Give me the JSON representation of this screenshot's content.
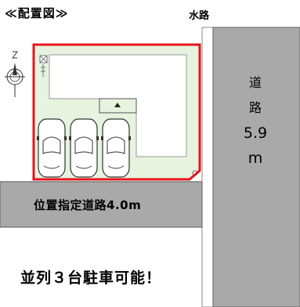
{
  "title": "≪配置図≫",
  "water_channel_label": "水路",
  "road_right": {
    "chars": [
      "道",
      "路"
    ],
    "width_value": "5.9",
    "width_unit": "m"
  },
  "road_left_label": "位置指定道路4.0m",
  "caption": "並列３台駐車可能！",
  "parking_spaces": [
    {
      "label": "car-1"
    },
    {
      "label": "car-2"
    },
    {
      "label": "car-3"
    }
  ],
  "colors": {
    "lot_fill": "#e7f3de",
    "boundary": "#e6141c",
    "road_fill": "#a9a9a9",
    "road_edge": "#6e6e6e"
  },
  "icons": [
    "compass-icon",
    "water-meter-icon",
    "entrance-arrow-icon",
    "car-icon"
  ]
}
